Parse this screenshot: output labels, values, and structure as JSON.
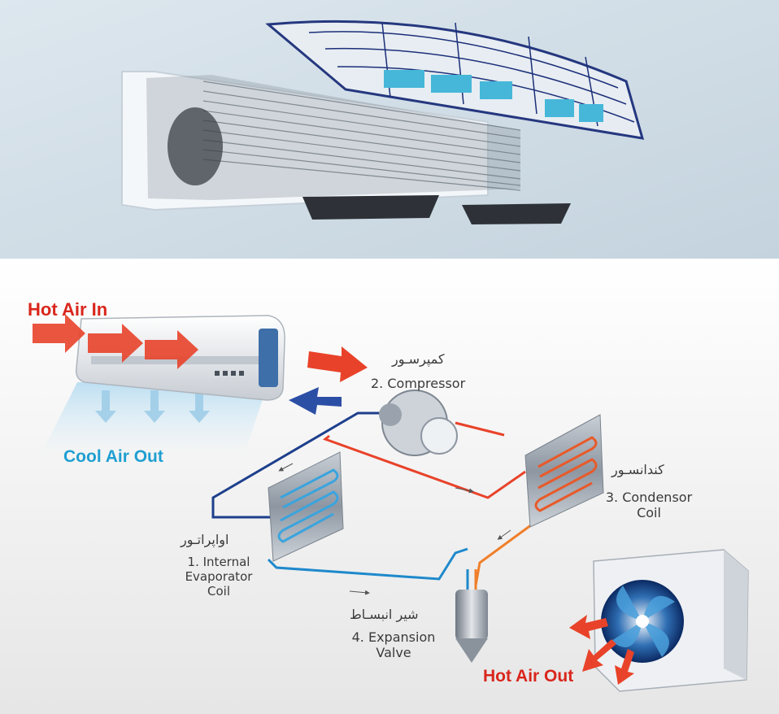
{
  "colors": {
    "hot": "#d9261c",
    "cool": "#1f9fd1",
    "hot_pipe": "#e8432a",
    "cool_pipe": "#1d3f8c",
    "text": "#3a3a3a"
  },
  "labels": {
    "hot_air_in": "Hot Air In",
    "cool_air_out": "Cool Air Out",
    "hot_air_out": "Hot Air Out"
  },
  "components": {
    "compressor": {
      "fa": "کمپرسـور",
      "en": "2. Compressor"
    },
    "condensor": {
      "fa": "کندانسـور",
      "en_line1": "3. Condensor",
      "en_line2": "Coil"
    },
    "evaporator": {
      "fa": "اواپراتـور",
      "en_line1": "1. Internal",
      "en_line2": "Evaporator",
      "en_line3": "Coil"
    },
    "valve": {
      "fa": "شیر انبسـاط",
      "en_line1": "4. Expansion",
      "en_line2": "Valve"
    }
  }
}
